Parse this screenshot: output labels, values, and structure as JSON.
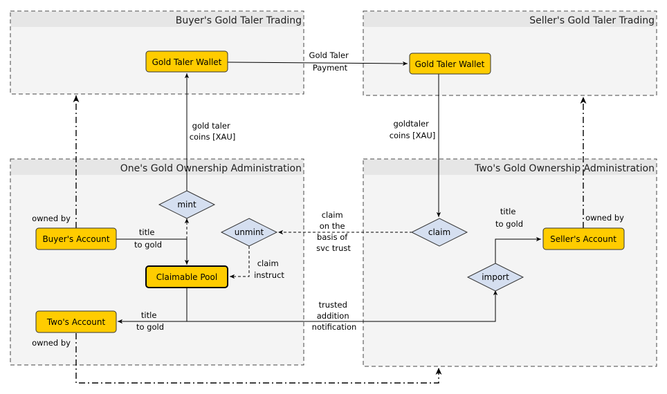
{
  "colors": {
    "package_fill": "#f4f4f4",
    "package_header": "#e6e6e6",
    "package_border": "#444444",
    "node_fill": "#ffcc00",
    "node_border": "#333333",
    "decision_fill": "#d5dff0",
    "decision_border": "#333333",
    "edge": "#000000"
  },
  "packages": {
    "buyer_trading": "Buyer's Gold Taler Trading",
    "seller_trading": "Seller's Gold Taler Trading",
    "one_admin": "One's Gold Ownership Administration",
    "two_admin": "Two's Gold Ownership Administration"
  },
  "nodes": {
    "buyer_wallet": "Gold Taler Wallet",
    "seller_wallet": "Gold Taler Wallet",
    "buyers_account": "Buyer's Account",
    "claimable_pool": "Claimable Pool",
    "twos_account": "Two's Account",
    "sellers_account": "Seller's Account"
  },
  "decisions": {
    "mint": "mint",
    "unmint": "unmint",
    "claim": "claim",
    "import": "import"
  },
  "edge_labels": {
    "payment": [
      "Gold Taler",
      "Payment"
    ],
    "gold_taler_coins": [
      "gold taler",
      "coins [XAU]"
    ],
    "goldtaler_coins": [
      "goldtaler",
      "coins [XAU]"
    ],
    "owned_by_buyer": [
      "owned by"
    ],
    "owned_by_seller": [
      "owned by"
    ],
    "owned_by_two": [
      "owned by"
    ],
    "title_to_gold_buyer": [
      "title",
      "to gold"
    ],
    "title_to_gold_two": [
      "title",
      "to gold"
    ],
    "title_to_gold_seller": [
      "title",
      "to gold"
    ],
    "claim_instruct": [
      "claim",
      "instruct"
    ],
    "claim_basis": [
      "claim",
      "on the",
      "basis of",
      "svc trust"
    ],
    "trusted_notification": [
      "trusted",
      "addition",
      "notification"
    ]
  }
}
